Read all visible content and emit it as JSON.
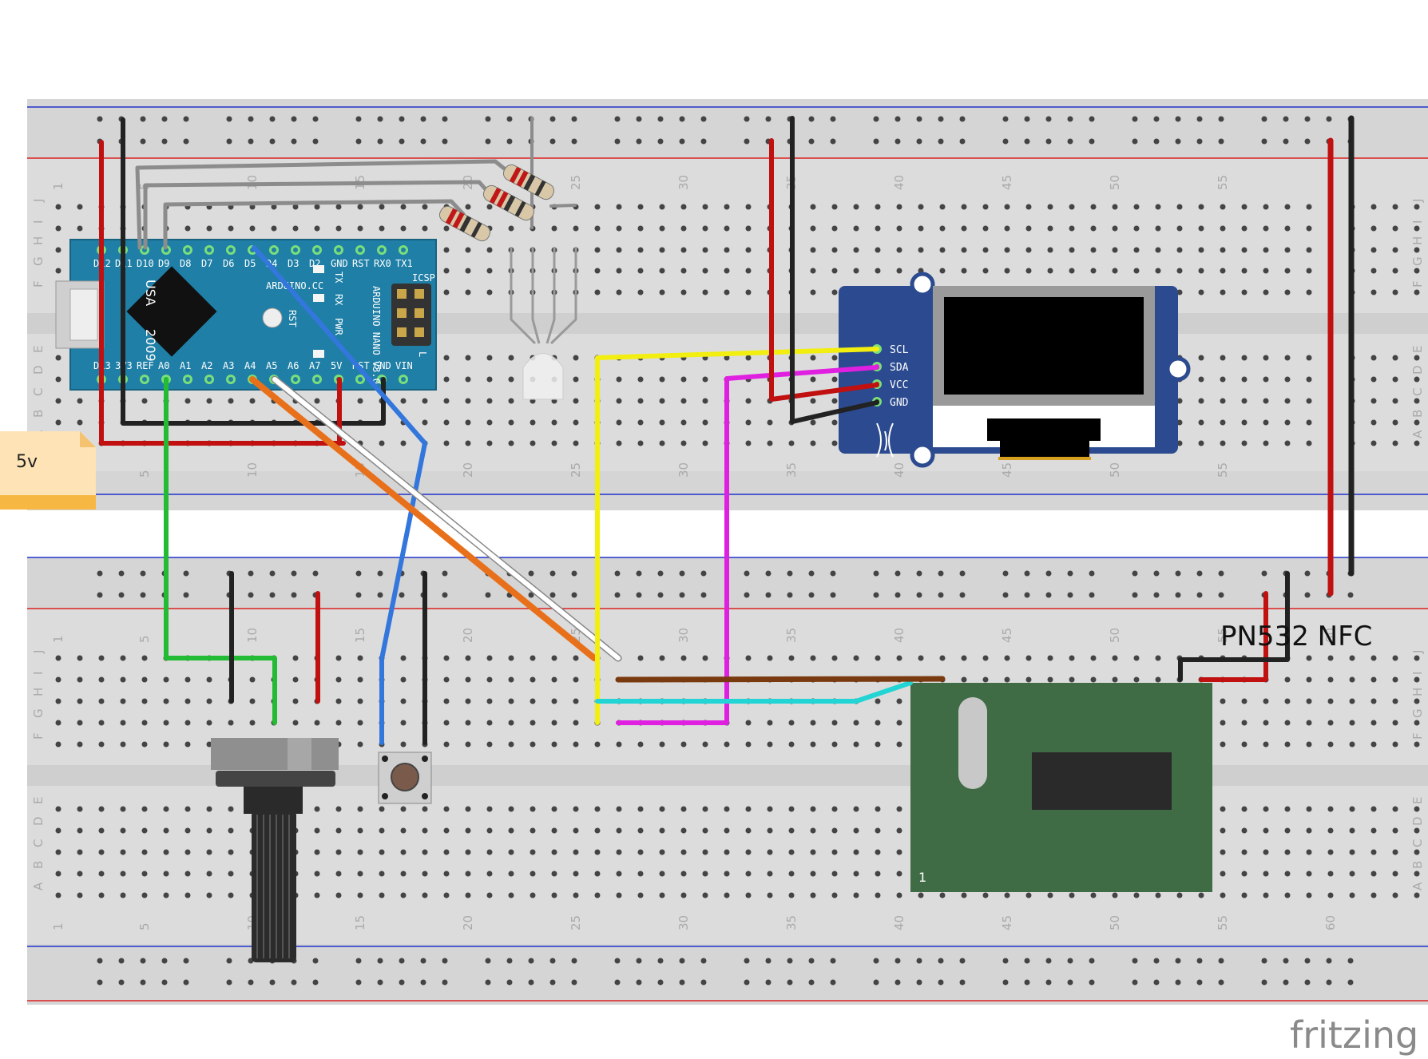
{
  "note": {
    "text": "5v"
  },
  "nfc_label": "PN532 NFC",
  "nfc_pin1": "1",
  "logo": "fritzing",
  "top_numbers": [
    "1",
    "5",
    "10",
    "15",
    "20",
    "25",
    "30",
    "35",
    "40",
    "45",
    "50",
    "55"
  ],
  "bottom_numbers": [
    "1",
    "5",
    "10",
    "15",
    "20",
    "25",
    "30",
    "35",
    "40",
    "45",
    "50",
    "55",
    "60"
  ],
  "row_letters_top": [
    "J",
    "I",
    "H",
    "G",
    "F",
    "E",
    "D",
    "C",
    "B",
    "A"
  ],
  "row_letters_bottom": [
    "J",
    "I",
    "H",
    "G",
    "F",
    "E",
    "D",
    "C",
    "B",
    "A"
  ],
  "nano": {
    "top_pins": [
      "D12",
      "D11",
      "D10",
      "D9",
      "D8",
      "D7",
      "D6",
      "D5",
      "D4",
      "D3",
      "D2",
      "GND",
      "RST",
      "RX0",
      "TX1"
    ],
    "bottom_pins": [
      "D13",
      "3V3",
      "REF",
      "A0",
      "A1",
      "A2",
      "A3",
      "A4",
      "A5",
      "A6",
      "A7",
      "5V",
      "RST",
      "GND",
      "VIN"
    ],
    "name": "ARDUINO NANO V3.0",
    "site": "ARDUINO.CC",
    "usa": "USA",
    "year": "2009",
    "icsp": "ICSP",
    "tx": "TX",
    "rx": "RX",
    "pwr": "PWR",
    "rst": "RST",
    "l": "L"
  },
  "oled": {
    "pins": [
      "SCL",
      "SDA",
      "VCC",
      "GND"
    ]
  },
  "colors": {
    "board": "#d9d9d9",
    "rail_blue": "#2233cc",
    "rail_red": "#dd2222",
    "nano": "#1f7fa6",
    "oled": "#2b4a8f",
    "nfc": "#3f6b45",
    "wire_red": "#c01010",
    "wire_black": "#222222",
    "wire_green": "#22bb33",
    "wire_blue": "#3377dd",
    "wire_orange": "#e8701a",
    "wire_white": "#ffffff",
    "wire_yellow": "#f2ee10",
    "wire_magenta": "#e020e0",
    "wire_cyan": "#22d4d4",
    "wire_brown": "#7a3a10",
    "wire_gray": "#8c8c8c"
  }
}
